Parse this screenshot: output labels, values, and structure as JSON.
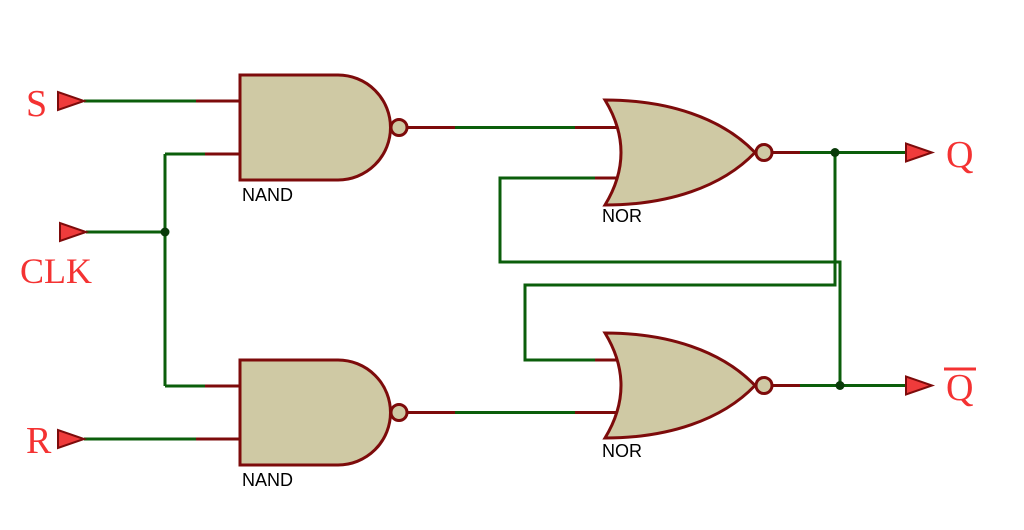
{
  "inputs": [
    {
      "id": "s",
      "label": "S"
    },
    {
      "id": "clk",
      "label": "CLK"
    },
    {
      "id": "r",
      "label": "R"
    }
  ],
  "outputs": [
    {
      "id": "q",
      "label": "Q",
      "overline": false
    },
    {
      "id": "qbar",
      "label": "Q",
      "overline": true
    }
  ],
  "gates": [
    {
      "id": "nand-top",
      "type": "NAND",
      "label": "NAND"
    },
    {
      "id": "nand-bottom",
      "type": "NAND",
      "label": "NAND"
    },
    {
      "id": "nor-top",
      "type": "NOR",
      "label": "NOR"
    },
    {
      "id": "nor-bottom",
      "type": "NOR",
      "label": "NOR"
    }
  ],
  "colors": {
    "wire_green": "#0b5e0b",
    "gate_outline": "#7d0b0b",
    "gate_fill": "#cfc9a4",
    "signal_label_red": "#f43232",
    "gate_label_black": "#000000",
    "background": "#ffffff"
  }
}
